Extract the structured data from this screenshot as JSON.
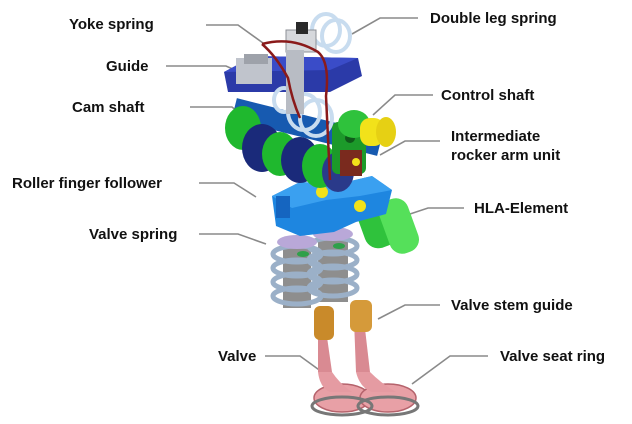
{
  "labels": {
    "yoke_spring": "Yoke spring",
    "guide": "Guide",
    "cam_shaft": "Cam shaft",
    "roller_finger_follower": "Roller finger follower",
    "valve_spring": "Valve spring",
    "valve": "Valve",
    "double_leg_spring": "Double leg spring",
    "control_shaft": "Control shaft",
    "intermediate_rocker_arm_unit": "Intermediate\nrocker arm unit",
    "hla_element": "HLA-Element",
    "valve_stem_guide": "Valve stem guide",
    "valve_seat_ring": "Valve seat ring"
  },
  "colors": {
    "guide_blue": "#2b3aa8",
    "cam_green": "#1fb82e",
    "cam_navy": "#1a2a7a",
    "follower_blue": "#1e86e0",
    "spring_blue": "#9bb0c8",
    "valve_pink": "#e8a0a6",
    "stem_orange": "#c98a2a",
    "accent_yellow": "#f2e21a",
    "yoke_red": "#8a1a1a",
    "leader_grey": "#8a8a8a"
  }
}
